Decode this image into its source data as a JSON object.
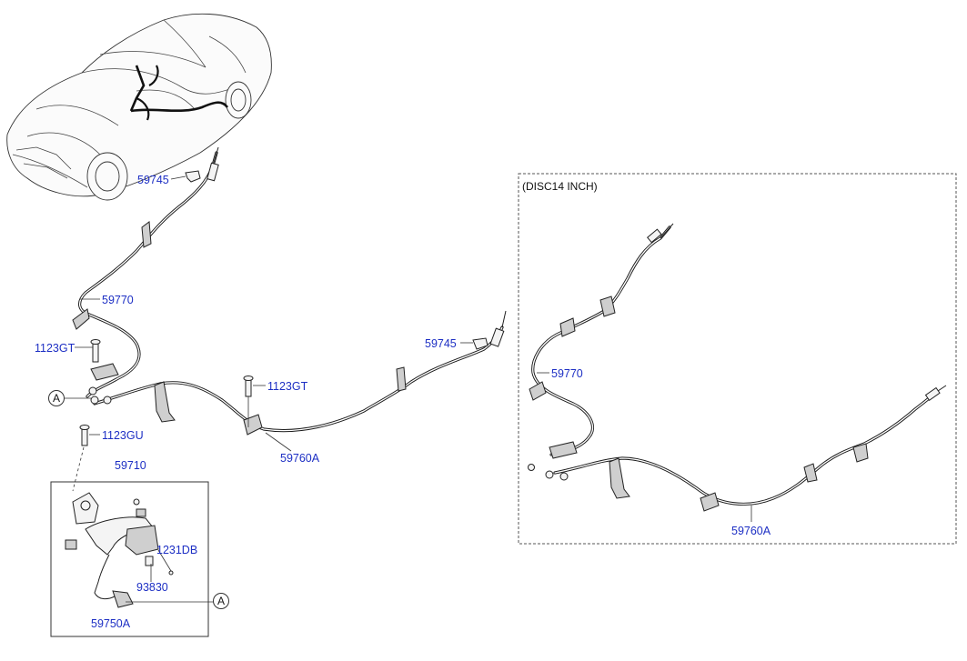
{
  "disc_box": {
    "title": "(DISC14 INCH)"
  },
  "labels": {
    "p59745_main": "59745",
    "p59770_main": "59770",
    "p1123gt_left": "1123GT",
    "callout_a_left": "A",
    "p1123gu": "1123GU",
    "p59710": "59710",
    "p1231db": "1231DB",
    "p93830": "93830",
    "p59750a": "59750A",
    "callout_a_bottom": "A",
    "p1123gt_mid": "1123GT",
    "p59760a_main": "59760A",
    "p59745_right": "59745",
    "p59770_disc": "59770",
    "p59760a_disc": "59760A"
  },
  "colors": {
    "label": "#1d2fc4",
    "line": "#1a1a1a",
    "frame": "#555555"
  }
}
